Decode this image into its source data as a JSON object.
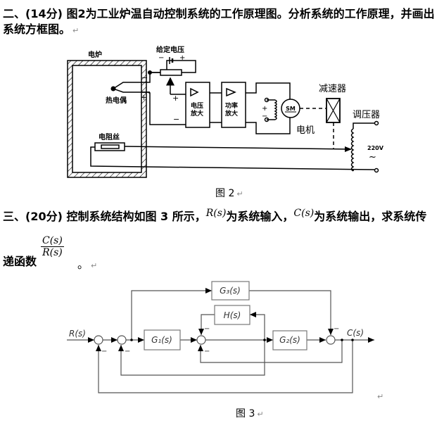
{
  "question2": {
    "line1": "二、(14分) 图2为工业炉温自动控制系统的工作原理图。分析系统的工作原理，并画出",
    "line2": "系统方框图。",
    "figure": {
      "furnace_label": "电炉",
      "thermocouple_label": "热电偶",
      "resistance_wire_label": "电阻丝",
      "setpoint_voltage_label": "给定电压",
      "setpoint_minus": "−",
      "setpoint_plus": "+",
      "voltage_amp_label_1": "电压",
      "voltage_amp_label_2": "放大",
      "power_amp_label_1": "功率",
      "power_amp_label_2": "放大",
      "motor_symbol": "SM",
      "motor_label": "电机",
      "reducer_label": "减速器",
      "regulator_label": "调压器",
      "supply_voltage": "220V",
      "supply_ac_symbol": "~",
      "sign_minus": "−",
      "sign_plus": "+"
    },
    "caption": "图 2"
  },
  "question3": {
    "line1_prefix": "三、(20分)  控制系统结构如图 3 所示，",
    "input_symbol": "R(s)",
    "line1_mid": "为系统输入，",
    "output_symbol": "C(s)",
    "line1_suffix": "为系统输出，求系统传",
    "line2_prefix": "递函数",
    "fraction_numerator": "C(s)",
    "fraction_denominator": "R(s)",
    "line2_suffix": "。",
    "diagram": {
      "input_label": "R(s)",
      "output_label": "C(s)",
      "block_g1": "G₁(s)",
      "block_g2": "G₂(s)",
      "block_g3": "G₃(s)",
      "block_h": "H(s)",
      "minus_sign": "−"
    },
    "caption": "图 3"
  },
  "return_mark": "↵"
}
